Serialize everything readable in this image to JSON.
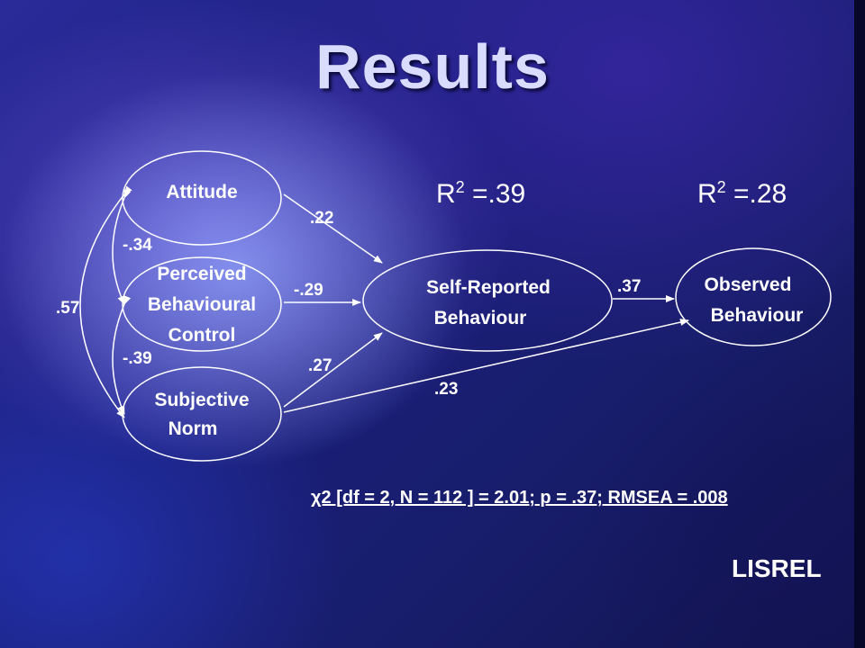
{
  "slide": {
    "title": "Results",
    "r2_left": {
      "prefix": "R",
      "sup": "2",
      "value": " =.39"
    },
    "r2_right": {
      "prefix": "R",
      "sup": "2",
      "value": " =.28"
    },
    "fit_stats": "χ2 [df = 2, N = 112 ] = 2.01; p = .37; RMSEA = .008",
    "software": "LISREL"
  },
  "nodes": {
    "attitude": [
      "Attitude"
    ],
    "pbc": [
      "Perceived",
      "Behavioural",
      "Control"
    ],
    "subjective_norm": [
      "Subjective",
      "Norm"
    ],
    "self_reported": [
      "Self-Reported",
      "Behaviour"
    ],
    "observed": [
      "Observed",
      "Behaviour"
    ]
  },
  "coefficients": {
    "attitude_to_srb": ".22",
    "pbc_to_srb": "-.29",
    "sn_to_srb": ".27",
    "srb_to_ob": ".37",
    "sn_to_ob": ".23",
    "attitude_pbc": "-.34",
    "pbc_sn": "-.39",
    "attitude_sn": ".57"
  }
}
